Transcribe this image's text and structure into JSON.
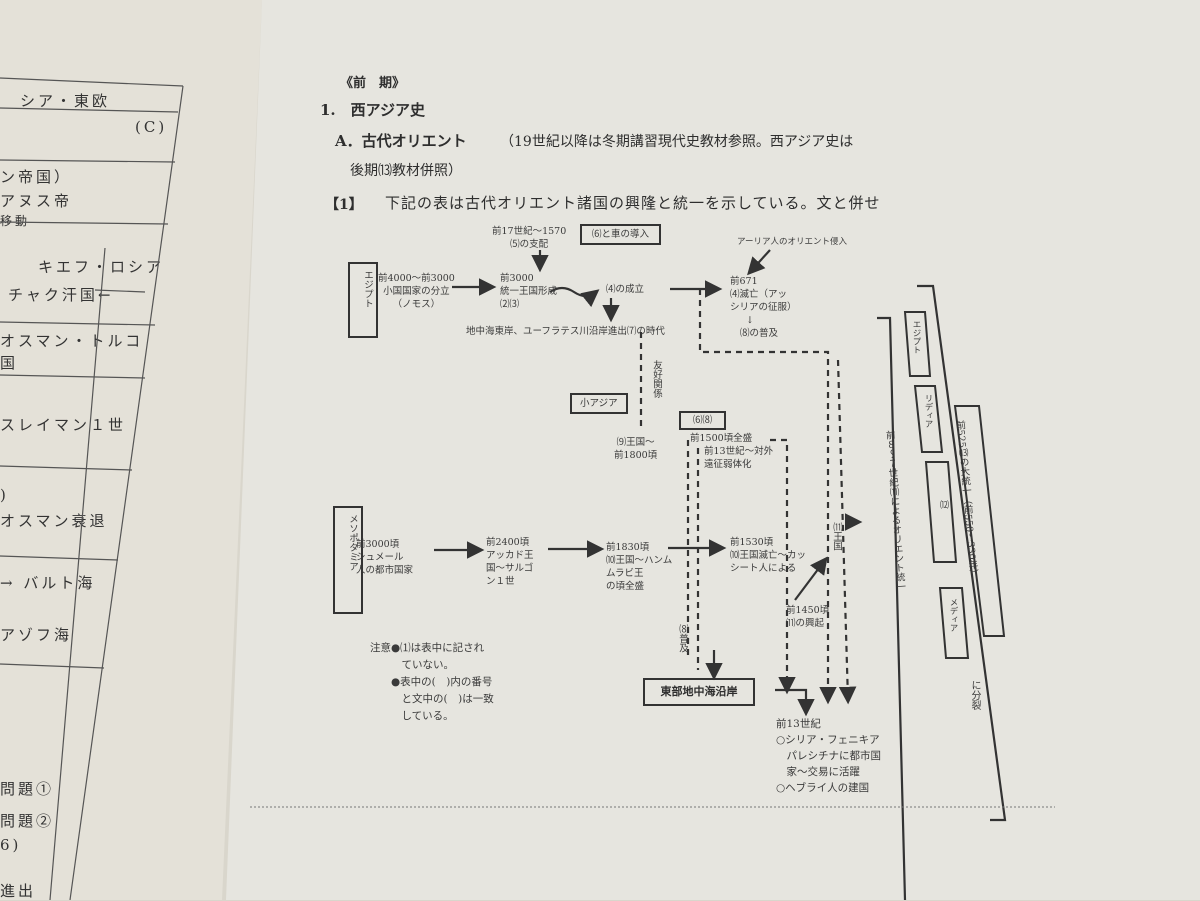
{
  "left_page": {
    "header": "シア・東欧",
    "header_tag": "(C)",
    "rows": [
      "ン帝国）",
      "アヌス帝",
      "移動",
      "キエフ・ロシア",
      "チャク汗国←",
      "オスマン・トルコ",
      "国",
      "スレイマン１世",
      ")",
      "オスマン衰退",
      "→ バルト海",
      "アゾフ海",
      "問題①",
      "問題②",
      "6)",
      "進出"
    ]
  },
  "header": {
    "section": "《前　期》",
    "chapter": "1.　西アジア史",
    "subsection_title": "A．古代オリエント",
    "subsection_note_1": "（19世紀以降は冬期講習現代史教材参照。西アジア史は",
    "subsection_note_2": "後期⒀教材併照）",
    "question_no": "【1】",
    "question_text": "下記の表は古代オリエント諸国の興隆と統一を示している。文と併せ"
  },
  "diagram": {
    "egypt_label": "エジプト",
    "eg1": [
      "前4000～前3000",
      "小国国家の分立",
      "（ノモス）"
    ],
    "eg_top": [
      "前17世紀～1570",
      "⑸の支配"
    ],
    "eg_box": "⑹と車の導入",
    "eg2": [
      "前3000",
      "統一王国形成",
      "⑵⑶"
    ],
    "eg3": "⑷の成立",
    "aryan": "アーリア人のオリエント侵入",
    "eg4": [
      "前671",
      "⑷滅亡（アッ",
      "シリアの征服）",
      "↓",
      "⑻の普及"
    ],
    "med_coast": "地中海東岸、ユーフラテス川沿岸進出⑺の時代",
    "friendly": "友好関係",
    "asia_minor": "小アジア",
    "hittite": [
      "⑼王国～",
      "前1800頃"
    ],
    "box68": "⑹⑻",
    "h2": [
      "前1500頃全盛",
      "前13世紀～対外",
      "遠征弱体化"
    ],
    "meso_label": "メソポタミア",
    "m1": [
      "前3000頃",
      "シュメール",
      "人の都市国家"
    ],
    "m2": [
      "前2400頃",
      "アッカド王",
      "国～サルゴ",
      "ン１世"
    ],
    "m3": [
      "前1830頃",
      "⑽王国～ハンム",
      "ムラビ王",
      "の頃全盛"
    ],
    "m4": [
      "前1530頃",
      "⑽王国滅亡～カッ",
      "シート人による"
    ],
    "m5": [
      "前1450頃",
      "⑾の興起"
    ],
    "spread": "⑻普及",
    "k11": "⑾王国",
    "east_med": "東部地中海沿岸",
    "e13": [
      "前13世紀",
      "○シリア・フェニキア",
      "　パレシチナに都市国",
      "　家～交易に活躍",
      "○ヘブライ人の建国"
    ],
    "note": [
      "注意●⑴は表中に記され",
      "　　　ていない。",
      "　　●表中の(　)内の番号",
      "　　　と文中の(　)は一致",
      "　　　している。"
    ],
    "unify": "前８～７世紀⑾によるオリエント統一",
    "split": "に分裂",
    "s_egypt": "エジプト",
    "s_lydia": "リディア",
    "s_12": "⑿",
    "s_media": "メディア",
    "great": "前525⒀の大統一（前550～330年）"
  }
}
